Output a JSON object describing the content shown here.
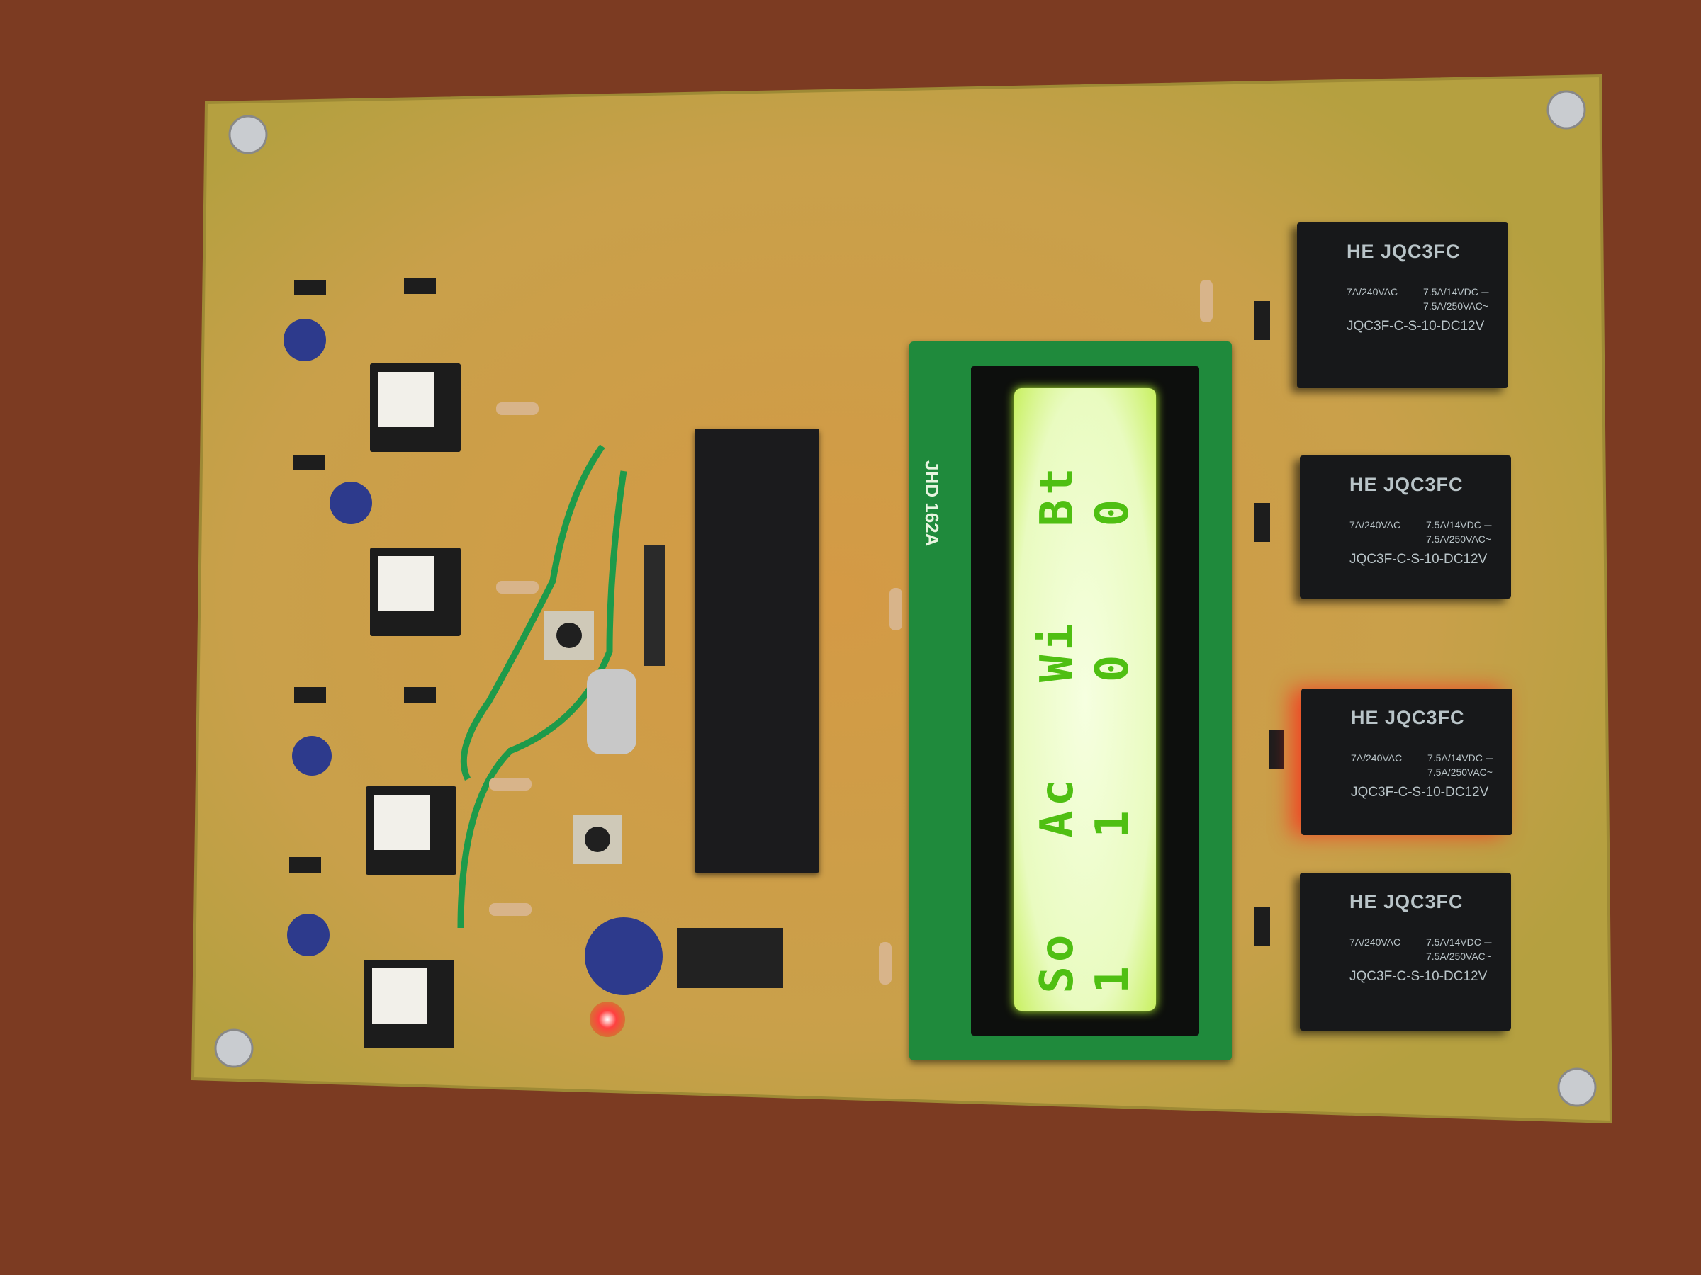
{
  "scene": "pcb-home-automation-board",
  "lcd": {
    "module_label": "JHD 162A",
    "line1": [
      "So",
      "Ac",
      "Wi",
      "Bt"
    ],
    "line2": [
      "1",
      "1",
      "0",
      "0"
    ],
    "backlight_color": "#e9fbc0",
    "text_color": "#4fbf12"
  },
  "relays": [
    {
      "brand": "HE JQC3FC",
      "rating_ac": "7A/240VAC",
      "rating_dc": "7.5A/14VDC ⎓",
      "rating_ac2": "7.5A/250VAC~",
      "model": "JQC3F-C-S-10-DC12V"
    },
    {
      "brand": "HE JQC3FC",
      "rating_ac": "7A/240VAC",
      "rating_dc": "7.5A/14VDC ⎓",
      "rating_ac2": "7.5A/250VAC~",
      "model": "JQC3F-C-S-10-DC12V"
    },
    {
      "brand": "HE JQC3FC",
      "rating_ac": "7A/240VAC",
      "rating_dc": "7.5A/14VDC ⎓",
      "rating_ac2": "7.5A/250VAC~",
      "model": "JQC3F-C-S-10-DC12V"
    },
    {
      "brand": "HE JQC3FC",
      "rating_ac": "7A/240VAC",
      "rating_dc": "7.5A/14VDC ⎓",
      "rating_ac2": "7.5A/250VAC~",
      "model": "JQC3F-C-S-10-DC12V"
    }
  ],
  "colors": {
    "table": "#7a3a22",
    "pcb": "#c9a44a",
    "lcd_pcb": "#1f8a3c",
    "led": "#ff2020"
  }
}
